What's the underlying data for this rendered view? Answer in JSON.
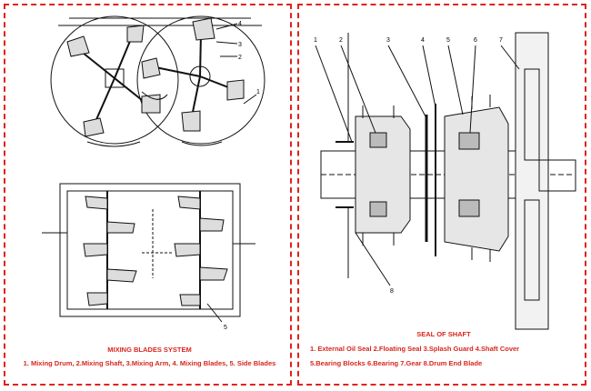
{
  "frame_color": "#e0221c",
  "caption_color": "#d8261d",
  "left": {
    "title": "MIXING BLADES SYSTEM",
    "legend": "1. Mixing Drum, 2.Mixing Shaft, 3.Mixing Arm, 4. Mixing Blades, 5. Side Blades",
    "callouts": [
      "4",
      "3",
      "2",
      "1",
      "5"
    ]
  },
  "right": {
    "title": "SEAL OF SHAFT",
    "legend_line1": "1. External Oil Seal   2.Floating Seal   3.Splash Guard   4.Shaft Cover",
    "legend_line2": "5.Bearing Blocks   6.Bearing   7.Gear   8.Drum End Blade",
    "callouts": [
      "1",
      "2",
      "3",
      "4",
      "5",
      "6",
      "7",
      "8"
    ]
  }
}
